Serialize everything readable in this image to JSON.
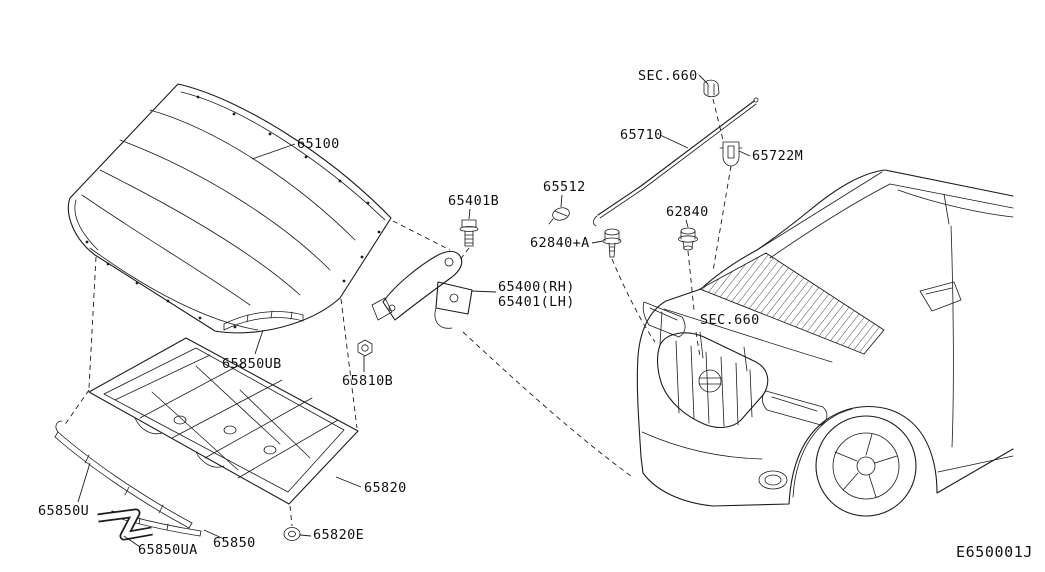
{
  "diagram": {
    "drawing_code": "E650001J",
    "colors": {
      "line": "#1c1c1c",
      "background": "#ffffff"
    },
    "labels": [
      {
        "id": "sec660-top",
        "text": "SEC.660"
      },
      {
        "id": "65100",
        "text": "65100"
      },
      {
        "id": "65710",
        "text": "65710"
      },
      {
        "id": "65722m",
        "text": "65722M"
      },
      {
        "id": "65401b",
        "text": "65401B"
      },
      {
        "id": "65512",
        "text": "65512"
      },
      {
        "id": "62840",
        "text": "62840"
      },
      {
        "id": "62840-a",
        "text": "62840+A"
      },
      {
        "id": "65400-rh",
        "text": "65400(RH)"
      },
      {
        "id": "65401-lh",
        "text": "65401(LH)"
      },
      {
        "id": "65850ub",
        "text": "65850UB"
      },
      {
        "id": "65810b",
        "text": "65810B"
      },
      {
        "id": "sec660-car",
        "text": "SEC.660"
      },
      {
        "id": "65820",
        "text": "65820"
      },
      {
        "id": "65850u",
        "text": "65850U"
      },
      {
        "id": "65850ua",
        "text": "65850UA"
      },
      {
        "id": "65850",
        "text": "65850"
      },
      {
        "id": "65820e",
        "text": "65820E"
      }
    ]
  }
}
